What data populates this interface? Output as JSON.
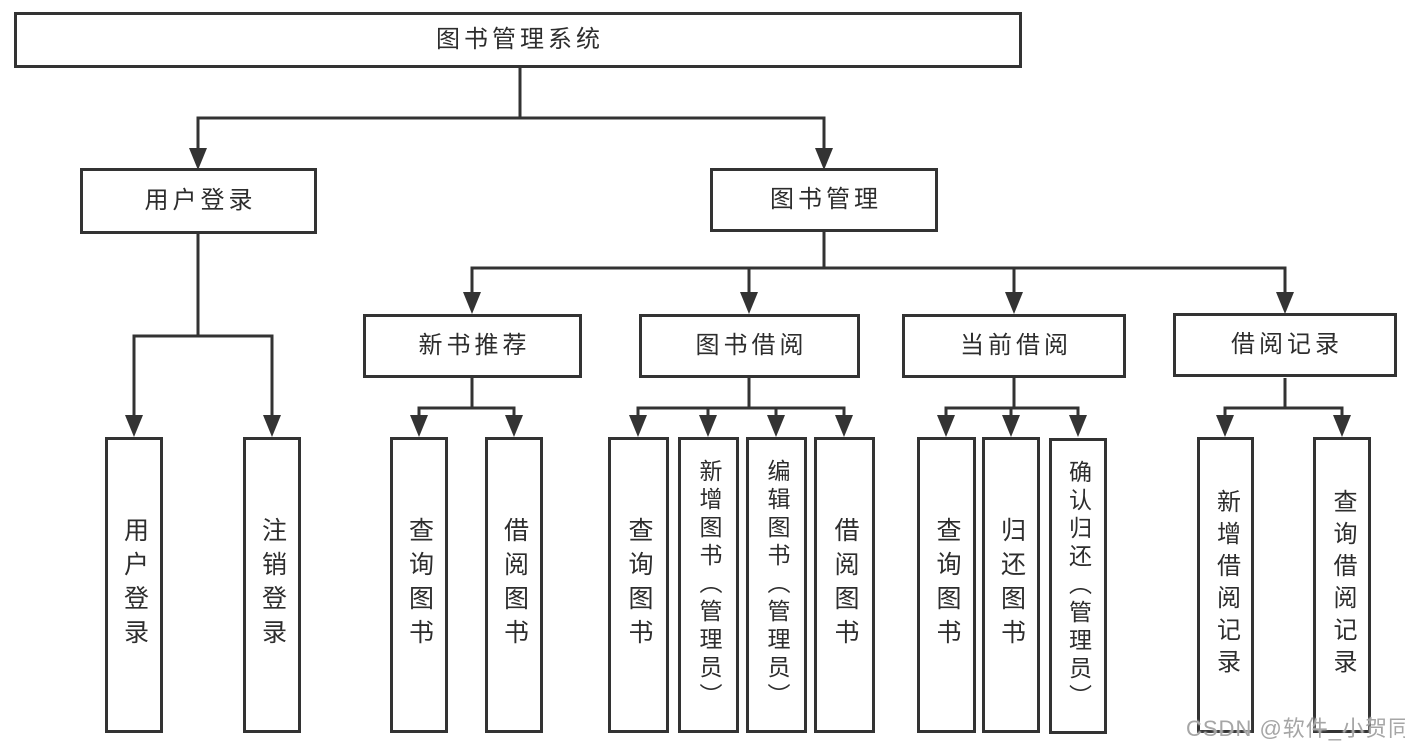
{
  "colors": {
    "line": "#333333",
    "box_border": "#333333",
    "text": "#2d2d2d",
    "watermark": "#a6a6a6",
    "background": "#ffffff"
  },
  "watermark": "CSDN @软件_小贺同学",
  "tree": {
    "root": {
      "label": "图书管理系统"
    },
    "branches": [
      {
        "label": "用户登录",
        "children": [
          {
            "label": "用户登录"
          },
          {
            "label": "注销登录"
          }
        ]
      },
      {
        "label": "图书管理",
        "sections": [
          {
            "label": "新书推荐",
            "children": [
              {
                "label": "查询图书"
              },
              {
                "label": "借阅图书"
              }
            ]
          },
          {
            "label": "图书借阅",
            "children": [
              {
                "label": "查询图书"
              },
              {
                "label": "新增图书（管理员）"
              },
              {
                "label": "编辑图书（管理员）"
              },
              {
                "label": "借阅图书"
              }
            ]
          },
          {
            "label": "当前借阅",
            "children": [
              {
                "label": "查询图书"
              },
              {
                "label": "归还图书"
              },
              {
                "label": "确认归还（管理员）"
              }
            ]
          },
          {
            "label": "借阅记录",
            "children": [
              {
                "label": "新增借阅记录"
              },
              {
                "label": "查询借阅记录"
              }
            ]
          }
        ]
      }
    ]
  }
}
